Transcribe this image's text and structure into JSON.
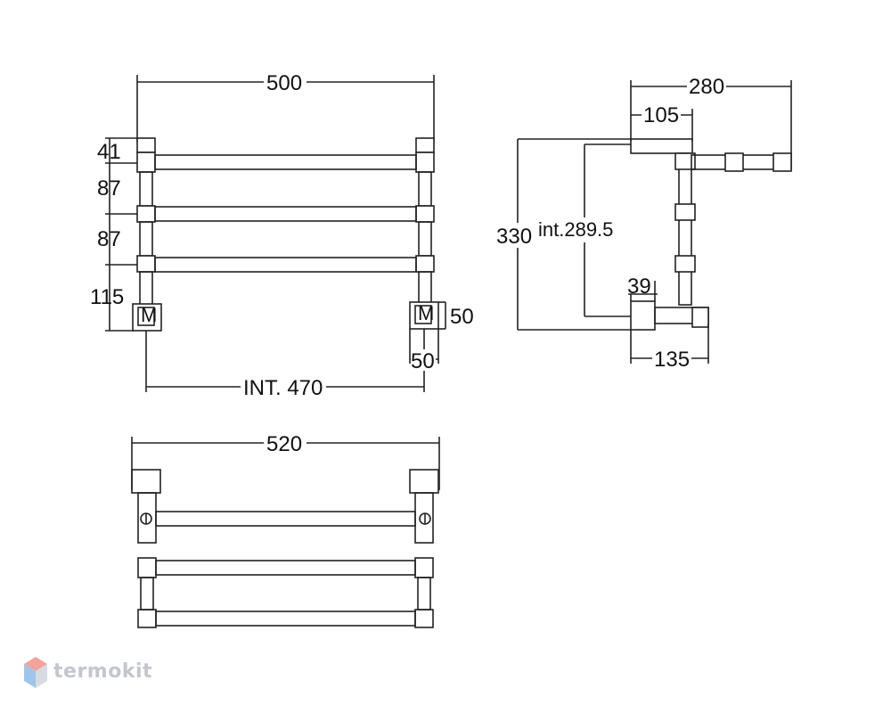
{
  "front_view": {
    "width_total": "500",
    "offset_top": "41",
    "spacing_1": "87",
    "spacing_2": "87",
    "offset_bottom": "115",
    "mount_height": "50",
    "mount_width": "50",
    "interior_width": "INT. 470",
    "mount_mark": "M"
  },
  "side_view": {
    "depth_total": "280",
    "depth_upper": "105",
    "height_total": "330",
    "height_interior": "int.289.5",
    "mount_depth": "39",
    "depth_lower": "135"
  },
  "top_view": {
    "width_total": "520"
  },
  "watermark": {
    "text": "termokit",
    "logo_colors": [
      "#f2a39b",
      "#9ec6ea",
      "#d7dbe2"
    ]
  }
}
